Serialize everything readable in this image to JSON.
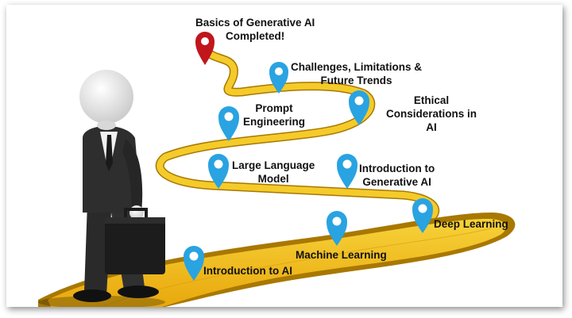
{
  "milestones": {
    "m1": "Introduction to AI",
    "m2": "Machine Learning",
    "m3": "Deep Learning",
    "m4_line1": "Introduction to",
    "m4_line2": "Generative  AI",
    "m5_line1": "Large Language",
    "m5_line2": "Model",
    "m6_line1": "Prompt",
    "m6_line2": "Engineering",
    "m7_line1": "Ethical",
    "m7_line2": "Considerations in",
    "m7_line3": "AI",
    "m8_line1": "Challenges, Limitations &",
    "m8_line2": "Future Trends",
    "goal_line1": "Basics of Generative  AI",
    "goal_line2": "Completed!"
  },
  "colors": {
    "road": "#f2c21b",
    "road_edge": "#a87800",
    "pin_blue": "#29a3e1",
    "pin_red": "#c0161c",
    "suit": "#2b2b2b"
  },
  "icons": [
    "map-pin-icon",
    "destination-pin-icon"
  ]
}
